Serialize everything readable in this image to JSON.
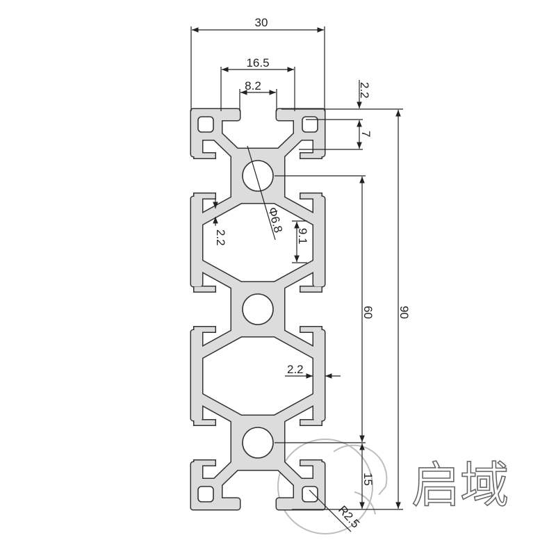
{
  "drawing": {
    "title": "30x90 aluminium extrusion profile cross-section",
    "profile_fill": "#dcdcdc",
    "outline_color": "#333333",
    "dimensions": {
      "overall_width": "30",
      "slot_outer_width": "16.5",
      "slot_opening": "8.2",
      "wall_top": "2.2",
      "slot_depth": "7",
      "bore_diameter": "Φ6.8",
      "slot_width_side": "9.1",
      "wall_left": "2.2",
      "center_distance": "60",
      "overall_height": "90",
      "wall_middle": "2.2",
      "edge_to_center": "15",
      "corner_radius": "R2.5"
    }
  },
  "watermark": {
    "text": "启域"
  }
}
